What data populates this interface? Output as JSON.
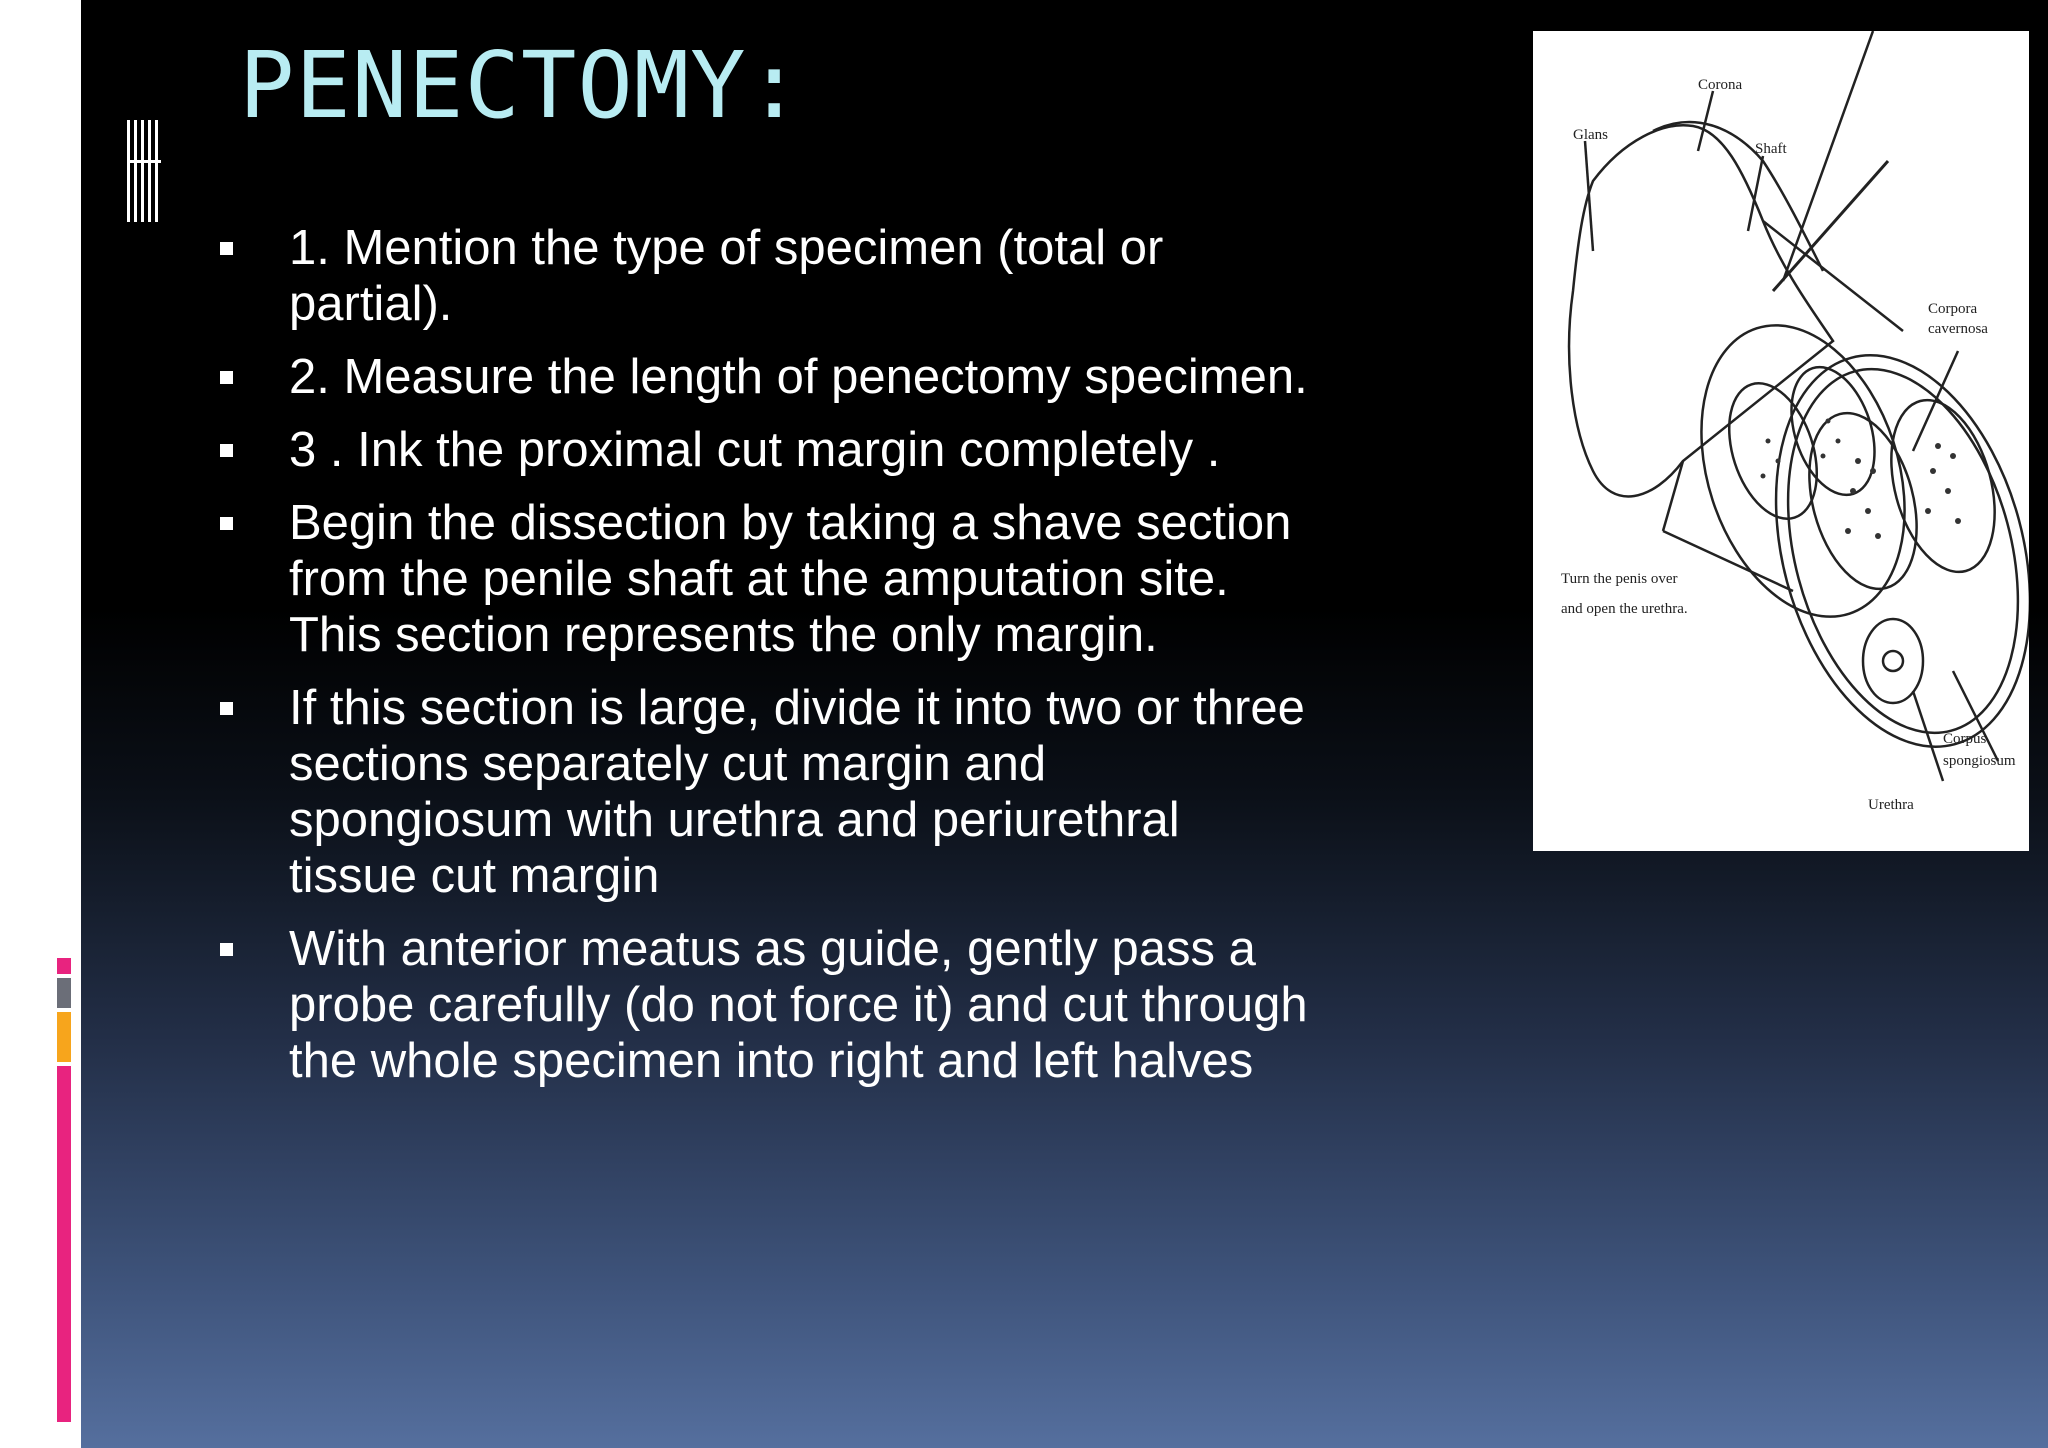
{
  "slide": {
    "title": "PENECTOMY:",
    "bullets": [
      "1. Mention the type of specimen (total or partial).",
      "2. Measure the length of penectomy specimen.",
      " 3 . Ink the proximal cut margin completely .",
      "Begin the dissection by taking a shave section from the penile shaft at the amputation site. This section represents the only margin.",
      "If this section is large, divide it into two or three sections separately cut margin and spongiosum with urethra and periurethral tissue cut margin",
      "With anterior meatus as guide, gently pass a probe carefully (do not force it) and cut through the whole specimen into right and left halves"
    ]
  },
  "figure": {
    "labels": {
      "glans": "Glans",
      "corona": "Corona",
      "shaft": "Shaft",
      "corpora_1": "Corpora",
      "corpora_2": "cavernosa",
      "instruction_1": "Turn the penis over",
      "instruction_2": "and open the urethra.",
      "corpus_1": "Corpus",
      "corpus_2": "spongiosum",
      "urethra": "Urethra"
    }
  },
  "colors": {
    "title": "#b8ecf2",
    "text": "#ffffff",
    "accent_pink": "#e8237f",
    "accent_gray": "#6b6e78",
    "accent_orange": "#f7a51c"
  }
}
